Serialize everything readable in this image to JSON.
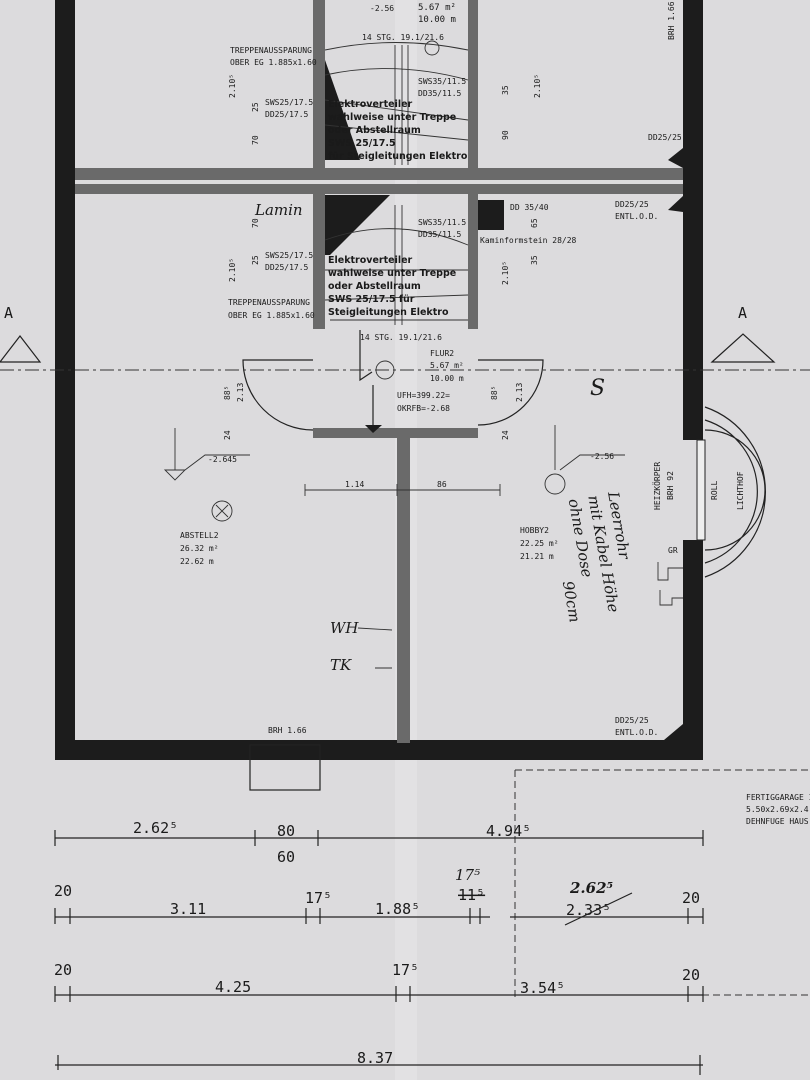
{
  "section_marker": {
    "left": "A",
    "right": "A"
  },
  "upper_floor": {
    "stair_opening": [
      "TREPPENAUSSPARUNG",
      "OBER EG 1.885x1.60"
    ],
    "dim_height": "2.10⁵",
    "dim_25": "25",
    "dim_70": "70",
    "sws_left": "SWS25/17.5",
    "dd_left": "DD25/17.5",
    "stair_info": "14 STG. 19.1/21.6",
    "flur_top_area": "5.67 m²",
    "flur_top_perim": "10.00 m",
    "level_top": "-2.56",
    "sws_stair": "SWS35/11.5",
    "dd_stair": "DD35/11.5",
    "electric_note": [
      "Elektroverteiler",
      "wahlweise unter Treppe",
      "oder Abstellraum",
      "SWS 25/17.5",
      "für Steigleitungen Elektro"
    ],
    "dim_35": "35",
    "dim_90": "90",
    "dim_height_right": "2.10⁵",
    "dd_right": "DD25/25",
    "brh_right": "BRH 1.66"
  },
  "lower_floor": {
    "handwritten_left": "Lamin",
    "dim_70": "70",
    "dim_25": "25",
    "sws_left": "SWS25/17.5",
    "dd_left": "DD25/17.5",
    "dim_height": "2.10⁵",
    "stair_opening": [
      "TREPPENAUSSPARUNG",
      "OBER EG 1.885x1.60"
    ],
    "electric_note": [
      "Elektroverteiler",
      "wahlweise unter Treppe",
      "oder Abstellraum",
      "SWS 25/17.5 für",
      "Steigleitungen Elektro"
    ],
    "sws_stair": "SWS35/11.5",
    "dd_stair": "DD35/11.5",
    "chimney_dd": "DD 35/40",
    "chimney": "Kaminformstein 28/28",
    "dd_right": "DD25/25",
    "entl_right": "ENTL.O.D.",
    "dim_65": "65",
    "dim_35": "35",
    "dim_height_right": "2.10⁵",
    "stair_info": "14 STG. 19.1/21.6",
    "flur": {
      "name": "FLUR2",
      "area": "5.67 m²",
      "perimeter": "10.00 m"
    },
    "ufh": "UFH=399.22=",
    "okrfb": "OKRFB=-2.68",
    "dim_88_left": "88⁵",
    "dim_213_left": "2.13",
    "dim_24_left": "24",
    "dim_88_right": "88⁵",
    "dim_213_right": "2.13",
    "dim_24_right": "24",
    "level_left": "-2.645",
    "level_right": "-2.56",
    "dim_114": "1.14",
    "dim_86": "86",
    "handwritten_s": "S",
    "abstell": {
      "name": "ABSTELL2",
      "area": "26.32 m²",
      "perimeter": "22.62 m"
    },
    "hobby": {
      "name": "HOBBY2",
      "area": "22.25 m²",
      "perimeter": "21.21 m"
    },
    "heizkoerper": "HEIZKÖRPER",
    "brh_92": "BRH 92",
    "roll": "ROLL",
    "lichthof": "LICHTHOF",
    "gr": "GR",
    "handwritten_note": [
      "Leerrohr",
      "mit Kabel Höhe",
      "ohne Dose",
      "90cm"
    ],
    "handwritten_wh": "WH",
    "handwritten_tk": "TK",
    "brh_bottom": "BRH 1.66",
    "dd_bottom_right": "DD25/25",
    "entl_bottom_right": "ENTL.O.D."
  },
  "garage_note": [
    "FERTIGGARAGE I",
    "5.50x2.69x2.4",
    "DEHNFUGE HAUS"
  ],
  "dimensions": {
    "row1": [
      "2.62⁵",
      "80",
      "60",
      "4.94⁵"
    ],
    "row2": [
      "20",
      "3.11",
      "17⁵",
      "1.88⁵",
      "17⁵",
      "11⁵",
      "2.62⁵",
      "2.33⁵",
      "20"
    ],
    "row3": [
      "20",
      "4.25",
      "17⁵",
      "3.54⁵",
      "20"
    ],
    "row4": [
      "8.37"
    ]
  }
}
